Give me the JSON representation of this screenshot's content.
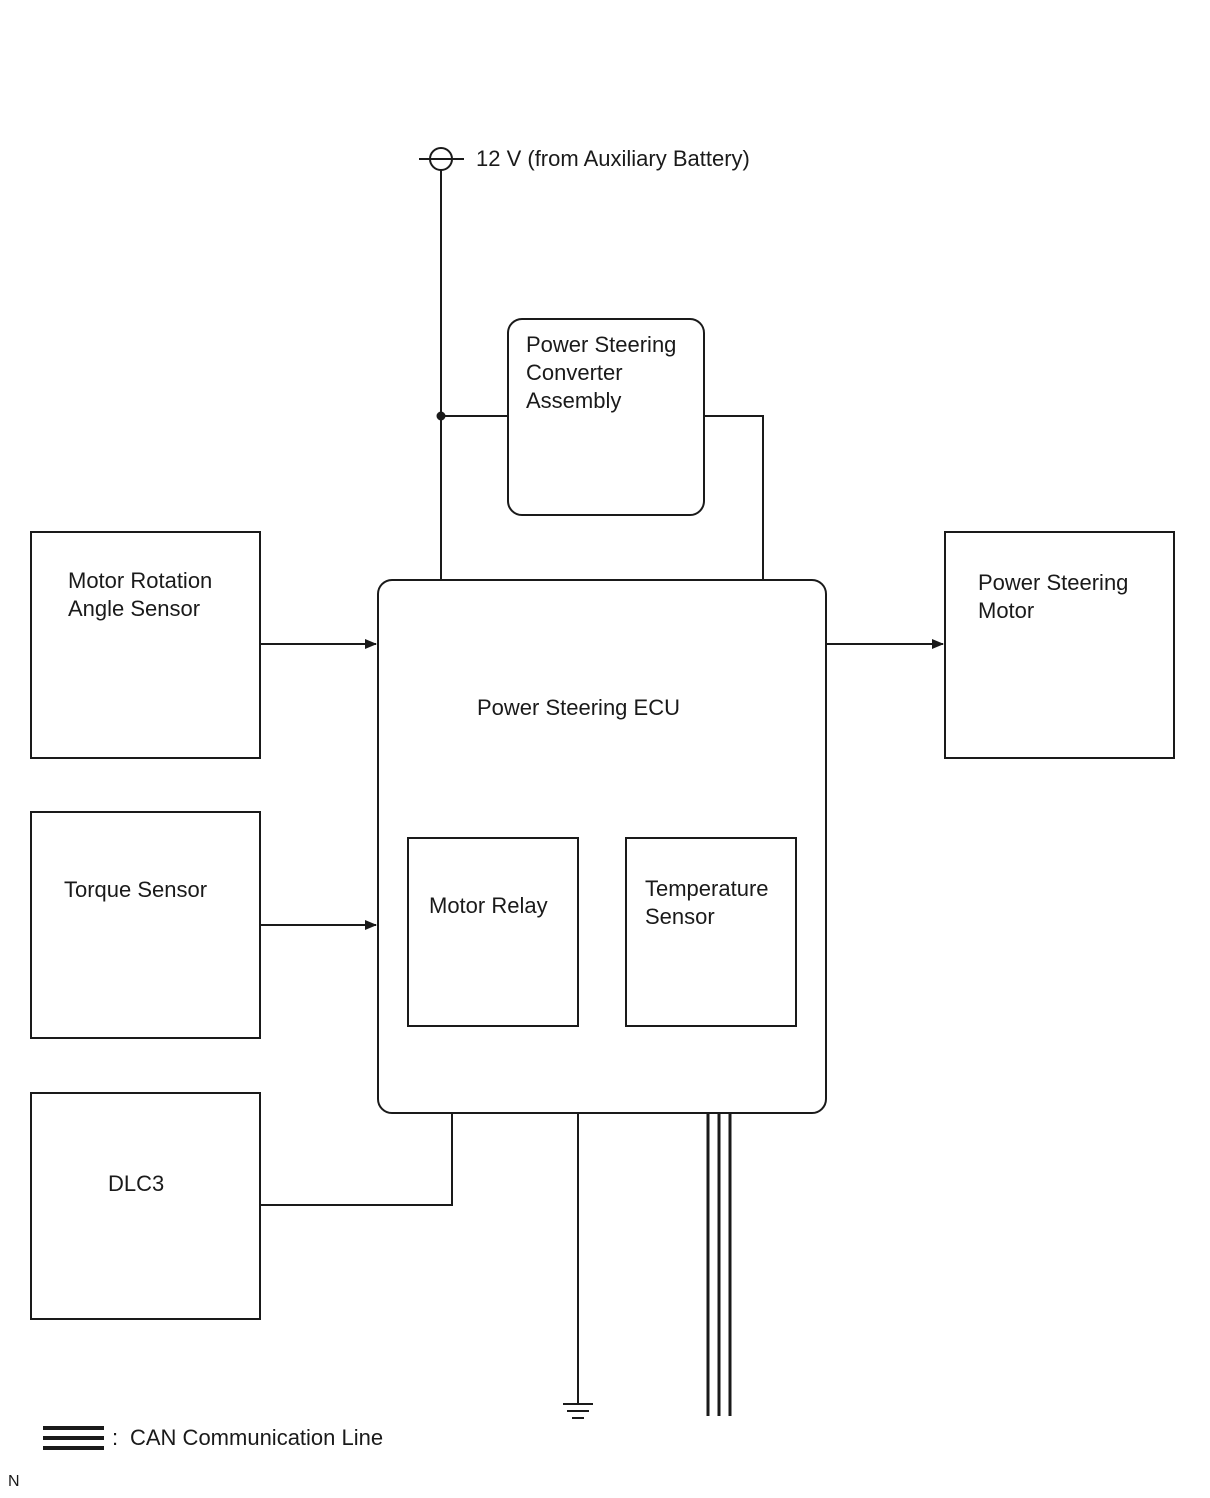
{
  "power_supply": {
    "label": "12 V (from Auxiliary Battery)"
  },
  "blocks": {
    "converter": {
      "label": "Power Steering\nConverter\nAssembly"
    },
    "ecu": {
      "label": "Power Steering ECU"
    },
    "motor_relay": {
      "label": "Motor Relay"
    },
    "temperature_sensor": {
      "label": "Temperature\nSensor"
    },
    "motor_rotation_angle_sensor": {
      "label": "Motor Rotation\nAngle Sensor"
    },
    "torque_sensor": {
      "label": "Torque Sensor"
    },
    "dlc3": {
      "label": "DLC3"
    },
    "power_steering_motor": {
      "label": "Power Steering\nMotor"
    }
  },
  "legend": {
    "separator": ":",
    "label": "CAN Communication Line"
  },
  "footer": {
    "code": "N"
  },
  "colors": {
    "line": "#1a1a1a",
    "background": "#ffffff"
  }
}
